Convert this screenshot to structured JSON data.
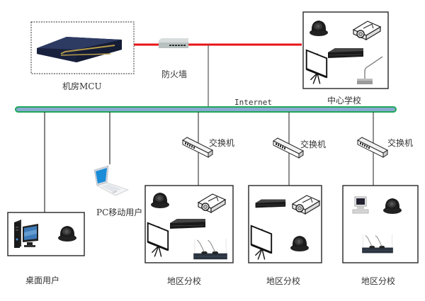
{
  "diagram": {
    "title": "Video conferencing network topology",
    "colors": {
      "wan_link": "#e81416",
      "bus_fill": "#8aa8d0",
      "bus_border": "#1fa85a",
      "line": "#444444"
    },
    "bus": {
      "label": "Internet"
    },
    "mcu": {
      "label": "机房MCU",
      "icon": "mcu-server-icon"
    },
    "firewall": {
      "label": "防火墙",
      "icon": "firewall-icon"
    },
    "center_school": {
      "label": "中心学校",
      "devices": [
        "camera-icon",
        "projector-icon",
        "projection-screen-icon",
        "codec-terminal-icon",
        "gooseneck-microphone-icon"
      ]
    },
    "desktop_user": {
      "label": "桌面用户",
      "devices": [
        "desktop-pc-icon",
        "camera-icon"
      ]
    },
    "mobile_user": {
      "label": "PC移动用户",
      "devices": [
        "laptop-icon"
      ]
    },
    "branches": [
      {
        "label": "地区分校",
        "switch_label": "交换机",
        "devices": [
          "camera-icon",
          "projector-icon",
          "projection-screen-icon",
          "codec-terminal-icon",
          "wireless-microphone-icon"
        ]
      },
      {
        "label": "地区分校",
        "switch_label": "交换机",
        "devices": [
          "codec-terminal-icon",
          "projector-icon",
          "projection-screen-icon",
          "camera-icon"
        ]
      },
      {
        "label": "地区分校",
        "switch_label": "交换机",
        "devices": [
          "desktop-pc-icon",
          "camera-icon",
          "wireless-microphone-icon"
        ]
      }
    ]
  }
}
